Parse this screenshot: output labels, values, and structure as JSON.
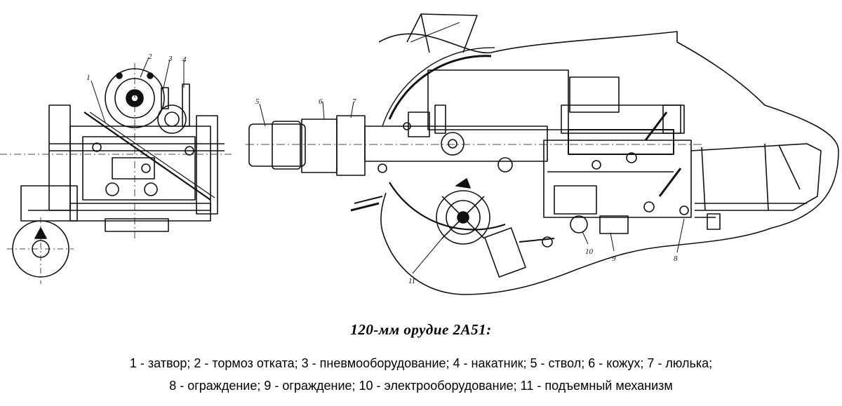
{
  "figure": {
    "title": "120-мм орудие 2А51:",
    "legend_line1": "1 - затвор; 2 - тормоз отката; 3 - пневмооборудование; 4 - накатник; 5 - ствол; 6 - кожух; 7 - люлька;",
    "legend_line2": "8 - ограждение; 9 - ограждение;  10 - электрооборудование; 11 - подъемный механизм"
  },
  "callouts": {
    "n1": "1",
    "n2": "2",
    "n3": "3",
    "n4": "4",
    "n5": "5",
    "n6": "6",
    "n7": "7",
    "n8": "8",
    "n9": "9",
    "n10": "10",
    "n11": "11"
  }
}
